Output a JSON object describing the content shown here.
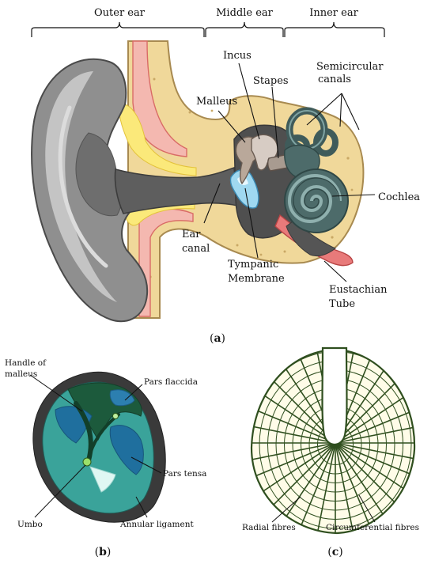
{
  "panel_a": {
    "sections": {
      "outer": "Outer ear",
      "middle": "Middle ear",
      "inner": "Inner ear"
    },
    "labels": {
      "incus": "Incus",
      "stapes": "Stapes",
      "semicircular_1": "Semicircular",
      "semicircular_2": "canals",
      "malleus": "Malleus",
      "cochlea": "Cochlea",
      "ear_canal_1": "Ear",
      "ear_canal_2": "canal",
      "tympanic_1": "Tympanic",
      "tympanic_2": "Membrane",
      "eustachian_1": "Eustachian",
      "eustachian_2": "Tube"
    },
    "caption": {
      "open": "(",
      "letter": "a",
      "close": ")"
    }
  },
  "panel_b": {
    "labels": {
      "handle_1": "Handle of",
      "handle_2": "malleus",
      "pars_flaccida": "Pars flaccida",
      "pars_tensa": "Pars tensa",
      "umbo": "Umbo",
      "annular": "Annular ligament"
    },
    "caption": {
      "open": "(",
      "letter": "b",
      "close": ")"
    }
  },
  "panel_c": {
    "labels": {
      "radial": "Radial fibres",
      "circumferential": "Circumferential  fibres"
    },
    "caption": {
      "open": "(",
      "letter": "c",
      "close": ")"
    }
  },
  "colors": {
    "skin": "#8f8f8f",
    "bone": "#f0d89a",
    "cochlea": "#4d6b6a",
    "membrane": "#9fd8f0",
    "tympanic_teal": "#3aa39a",
    "fibres": "#2f4f1f",
    "fibre_fill": "#fffce8"
  }
}
